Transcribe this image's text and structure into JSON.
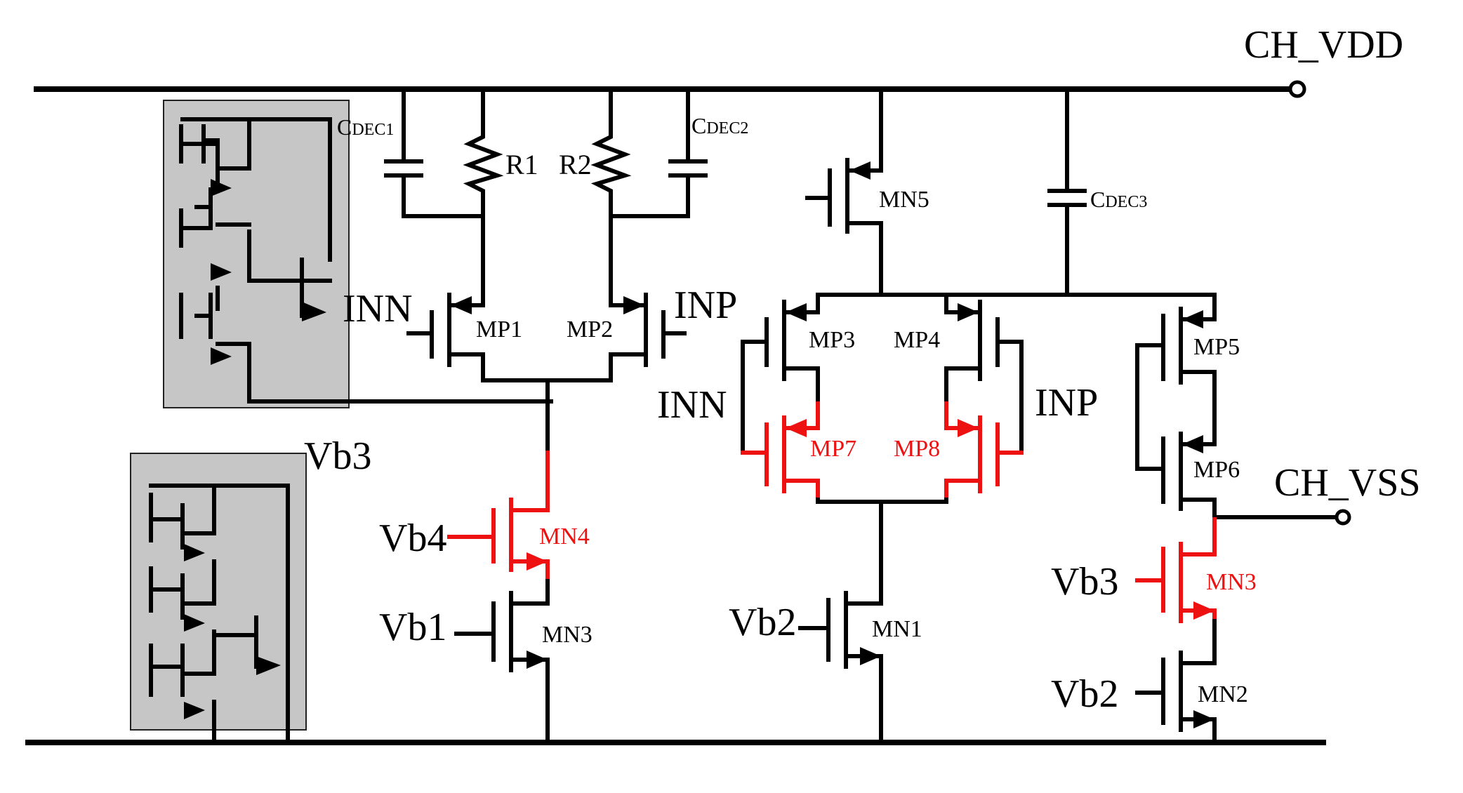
{
  "nets": {
    "vdd": "CH_VDD",
    "vss": "CH_VSS",
    "inn_left": "INN",
    "inp_left": "INP",
    "inn_right": "INN",
    "inp_right": "INP",
    "vb1": "Vb1",
    "vb2_mid": "Vb2",
    "vb2_right": "Vb2",
    "vb3_box": "Vb3",
    "vb3_right": "Vb3",
    "vb4": "Vb4"
  },
  "components": {
    "r1": "R1",
    "r2": "R2",
    "cdec1": {
      "main": "C",
      "sub": "DEC1"
    },
    "cdec2": {
      "main": "C",
      "sub": "DEC2"
    },
    "cdec3": {
      "main": "C",
      "sub": "DEC3"
    },
    "mp1": "MP1",
    "mp2": "MP2",
    "mp3": "MP3",
    "mp4": "MP4",
    "mp5": "MP5",
    "mp6": "MP6",
    "mp7": "MP7",
    "mp8": "MP8",
    "mn1": "MN1",
    "mn2": "MN2",
    "mn3_left": "MN3",
    "mn3_right": "MN3",
    "mn4": "MN4",
    "mn5": "MN5"
  },
  "colors": {
    "wire": "#000000",
    "highlight": "#ee1111",
    "bias_box": "#c6c6c6"
  }
}
